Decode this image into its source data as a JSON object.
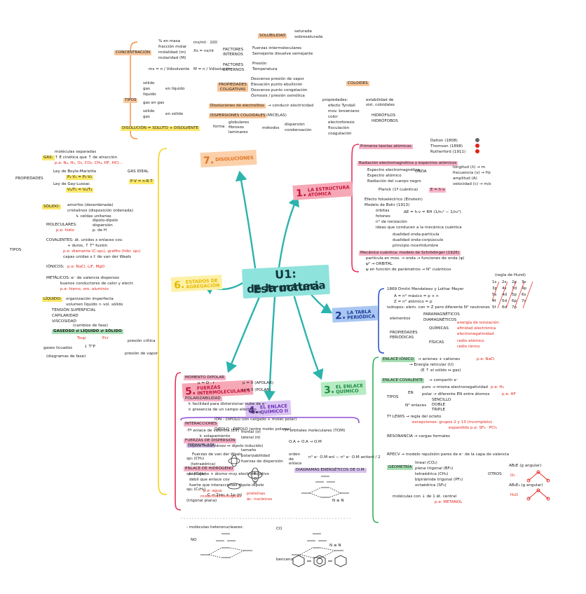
{
  "title": {
    "line1": "U1: Estructura",
    "line2": "de la materia"
  },
  "branches": {
    "b1": {
      "num": "1.",
      "label1": "LA ESTRUCTURA",
      "label2": "ATÓMICA",
      "color": "#e8315a"
    },
    "b2": {
      "num": "2.",
      "label1": "LA TABLA",
      "label2": "PERIÓDICA",
      "color": "#2a55c8"
    },
    "b3": {
      "num": "3.",
      "label1": "EL ENLACE",
      "label2": "QUÍMICO",
      "color": "#2fb15a"
    },
    "b4": {
      "num": "4.",
      "label1": "EL ENLACE",
      "label2": "QUÍMICO II",
      "color": "#8f4fd6"
    },
    "b5": {
      "num": "5.",
      "label1": "FUERZAS",
      "label2": "INTERMOLECULARES",
      "color": "#e8315a"
    },
    "b6": {
      "num": "6.",
      "label1": "ESTADOS DE",
      "label2": "AGREGACIÓN",
      "color": "#f4d21a"
    },
    "b7": {
      "num": "7.",
      "label1": "DISOLUCIONES",
      "label2": "",
      "color": "#f28c3c"
    }
  },
  "disoluciones": {
    "concentracion": "CONCENTRACIÓN",
    "c1": "% en masa",
    "c2": "fracción molar",
    "c3": "molalidad (m)",
    "c4": "molaridad (M)",
    "xs": "Xs = ns/nt",
    "pct": "ms/mt · 100",
    "ms": "ms = n / Vdisolvente",
    "M": "M = n / Vdisolución",
    "solubilidad": "SOLUBILIDAD",
    "sol1": "saturada",
    "sol2": "sobresaturada",
    "fact_int": "FACTORES INTERNOS",
    "fi1": "Fuerzas intermoleculares",
    "fi2": "Semejante disuelve semejante",
    "fact_ext": "FACTORES EXTERNOS",
    "fe1": "Presión",
    "fe2": "Temperatura",
    "tipos": "TIPOS",
    "t1": "sólido",
    "t2": "gas",
    "t3": "líquido",
    "t4": "en líquido",
    "t5": "gas en gas",
    "t6": "sólido",
    "t7": "gas",
    "t8": "en sólido",
    "prop_col": "PROPIEDADES COLIGATIVAS",
    "pc1": "Descenso presión de vapor",
    "pc2": "Elevación punto ebullición",
    "pc3": "Descenso punto congelación",
    "pc4": "Ósmosis / presión osmótica",
    "electrolitos": "Disoluciones de electrolitos",
    "electro_res": "→ conducir electricidad",
    "coloides": "COLOIDES",
    "disp_col": "DISPERSIONES COLOIDALES",
    "micelas": "(MICELAS)",
    "forma": "forma",
    "glob": "globulares",
    "fibrosos": "fibrosos",
    "laminares": "laminares",
    "metodos": "métodos",
    "dispersion": "dispersión",
    "condensacion": "condensación",
    "propiedades": "propiedades:",
    "p1": "efecto Tyndall",
    "p2": "mov. browniano",
    "p3": "color",
    "p4": "electroforesis",
    "p5": "floculación",
    "p6": "coagulación",
    "estab": "estabilidad de sist. coloidales",
    "hidrof": "HIDRÓFILOS",
    "hidrofob": "HIDRÓFOBOS",
    "disolucion": "DISOLUCIÓN = SOLUTO + DISOLVENTE"
  },
  "atomica": {
    "primeros": "Primeros teorías atómicas",
    "dalton": "Dalton (1808)",
    "thomson": "Thomson (1898)",
    "rutherford": "Rutherford (1911)",
    "radiacion": "Radiación electromagnética y espectros atómicos",
    "r1": "Espectro electromagnético",
    "onda": "ONDA",
    "r2": "Espectro atómico",
    "r3": "Radiación del cuerpo negro",
    "planck": "Planck (1ª cuántica)",
    "ehv": "E = h·v",
    "lon": "longitud (λ) → m",
    "frec": "frecuencia (ν) → Hz",
    "amp": "amplitud (A)",
    "vel": "velocidad (c) → m/s",
    "fotoelec": "Efecto fotoeléctrico (Einstein)",
    "bohr": "Modelo de Bohr (1913)",
    "b1": "órbitas",
    "b2": "fotones",
    "b3": "n° de ionización",
    "b4": "ideas que conducen a la mecánica cuántica",
    "de": "ΔE = h·v = RH (1/n₁² − 1/n₂²)",
    "dual1": "dualidad onda-partícula",
    "dual2": "dualidad onda-corpúsculo",
    "heis": "principio incertidumbre",
    "mecanica": "Mecánica cuántica: modelo de Schrödinger (1926)",
    "m1": "partícula en mov. → onda → funciones de onda (ψ)",
    "m2": "ψ² → ORBITAL",
    "m3": "ψ en función de parámetros → N° cuánticos"
  },
  "periodica": {
    "mendeleev": "1869 Dmitri Mendeleev y Lothar Meyer",
    "a1": "A = n° másico = p + n",
    "a2": "Z = n° atómico = p",
    "iso": "isótopos: elem. con = Z pero diferente N° neutrones",
    "elem": "elementos",
    "para": "PARAMAGNÉTICOS",
    "dia": "DIAMAGNÉTICOS",
    "regla": "(regla de Hund)",
    "prop": "PROPIEDADES PERIÓDICAS",
    "quim": "QUÍMICAS",
    "fis": "FÍSICAS",
    "q1": "energía de ionización",
    "q2": "afinidad electrónica",
    "q3": "electronegatividad",
    "f1": "radio atómico",
    "f2": "radio iónico",
    "orbitals": [
      "1s",
      "2s",
      "2p",
      "3s",
      "3p",
      "4s",
      "3d",
      "4p",
      "5s",
      "4d",
      "5p",
      "6s",
      "4f",
      "5d",
      "6p",
      "7s",
      "5f",
      "6d",
      "7p"
    ]
  },
  "enlace": {
    "ionico": "ENLACE IÓNICO",
    "ion1": "→ aniones + cationes",
    "ion1r": "p.e: NaCl",
    "ion2": "→ Energía reticular (U)",
    "ion3": "(E ↑ el sólido ↔ gas)",
    "covalente": "ENLACE COVALENTE",
    "cov1": "→ compartir e⁻",
    "puro": "puro → misma electronegatividad",
    "pu_r": "p.e: H₂",
    "polar": "polar → diferente EN entre átomos",
    "po_r": "p.e: HF",
    "tipos": "TIPOS",
    "en": "EN",
    "nenl": "N° enlaces",
    "sen": "SENCILLO",
    "dob": "DOBLE",
    "tri": "TRIPLE",
    "lewis": "Tª LEWIS → regla del octeto",
    "excep": "excepciones: grupos 2 y 13 (incompleto)",
    "expand": "expandido p.e: SF₆ · PCl₅",
    "reso": "RESONANCIA → cargas formales",
    "rpecv": "RPECV → modelo repulsión pares de e⁻ de la capa de valencia",
    "geo": "GEOMETRÍA",
    "g1": "lineal (CO₂)",
    "g2": "plana trigonal (BF₃)",
    "g3": "tetraédrica (CH₄)",
    "g4": "bipirámide trigonal (PF₅)",
    "g5": "octaédrica (SF₆)",
    "otros": "OTROS",
    "ab2": "AB₂E (g angular)",
    "ab2e2": "AB₂E₂ (g angular)",
    "mol": "moléculas con ↓ de 1 át. central",
    "metanol": "p.e: METANOL",
    "o3": "O₃",
    "h2o": "H₂O"
  },
  "enlace2": {
    "tev": "-Tª enlace de valencia (EV)",
    "sola": "↳ solapamiento",
    "front": "frontal (σ)",
    "lat": "lateral (π)",
    "hib": "HIBRIDACIÓN",
    "sp3": "sp₃ (CH₄)",
    "tetra": "(tetraédrica)",
    "sp2": "sp₂ (C₂H₄)",
    "sp2b": "sp₂ (C₂H₄)",
    "trig": "(trigonal plana)",
    "c3": "C → 3sp₂ + 1p (π)",
    "tom": "-Tª orbitales moleculares (TOM)",
    "lcao": "O.A + O.A → O.M",
    "orden": "orden de enlace",
    "ord_f": "n° e⁻ O.M enl − n° e⁻ O.M antienl / 2",
    "diag": "DIAGRAMAS ENERGÉTICOS DE O.M.",
    "n2": "N ≡ N",
    "hetero": "- moléculas heteronucleares:",
    "no": "NO",
    "co": "CO",
    "benceno": "benceno",
    "ncn": "N ≡ N"
  },
  "fuerzas": {
    "dipolar": "MOMENTO DIPOLAR",
    "mu": "μ = Q · r",
    "apolar": "μ = 0 (APOLAR)",
    "polar": "μ ≠ 0 (POLAR)",
    "polariz": "POLARIZABILIDAD",
    "pol1": "↳ facilidad para distorsionar nube de e⁻",
    "pol2": "× presencia de un campo eléctrico",
    "dipolo": "dipolo",
    "inter": "INTERACCIONES",
    "i1": "IÓN - DIPOLO (ión cargado + moléc polar)",
    "i2": "DIPOLO - DIPOLO (entre moléc polares)",
    "disp": "FUERZAS DE DISPERSIÓN",
    "d1": "(dipolo instantáneo ↔ dipolo inducido)",
    "vdw": "Fuerzas de van der Waals",
    "v1": "tamaño",
    "v2": "polarizabilidad",
    "v3": "fuerzas de dispersión",
    "hidro": "ENLACE DE HIDRÓGENO",
    "h1": "hidrógeno + átomo muy electronegativo",
    "h2": "débil que enlace cov",
    "h3": "fuerte que interacciones dipolo-dipolo",
    "agua": "p.e: agua",
    "biolog": "moléculas biológicas",
    "prot": "proteínas",
    "acnuc": "ác. nucleicos",
    "fon": "F O N"
  },
  "estados": {
    "gas": "GAS:",
    "gas1": "moléculas separadas",
    "gas2": "↑ E cinética que ↑ de atracción",
    "gas3": "p.e: N₂, H₂, O₂, CO₂, CH₄, HF, HCl...",
    "props": "PROPIEDADES",
    "boyle": "Ley de Boyle-Mariotte",
    "pv": "P₁·V₁ = P₂·V₂",
    "gay": "Ley de Gay-Lussac",
    "vt": "V₁/T₁ = V₂/T₂",
    "ideal": "GAS IDEAL",
    "pvnrt": "P·V = n·R·T",
    "solido": "SÓLIDO:",
    "s1": "amorfos (desordenada)",
    "s2": "cristalinos (disposición ordenada)",
    "s3": "↳ celdas unitarias",
    "tipos": "TIPOS",
    "mol": "MOLECULARES:",
    "m1": "dipolo-dipolo",
    "m2": "dispersión",
    "m3": "p. de H",
    "hielo": "p.e: hielo",
    "cov": "COVALENTES: át. unidos x enlaces cov.",
    "cov2": "+ duros, ↑ T° fusión",
    "cov3": "p.e: diamante (C-sp₃), grafito (hibr. sp₂)",
    "cov4": "capas unidas x f. de van der Waals",
    "ion": "IÓNICOS:",
    "ion_r": "p.e: NaCl, LiF, MgO",
    "met": "METÁLICOS: e⁻ de valencia dispersos",
    "met2": "buenos conductores de calor y electr.",
    "met3": "p.e: hierro, oro, aluminio",
    "liq": "LÍQUIDO:",
    "l1": "organización imperfecta",
    "l2": "volumen líquido > vol. sólido",
    "l3": "TENSIÓN SUPERFICIAL",
    "l4": "CAPILARIDAD",
    "l5": "VISCOSIDAD",
    "cambios": "(cambios de fase)",
    "fases": "GASEOSO ⇄ LÍQUIDO ⇄ SÓLIDO",
    "crit": "presión crítica",
    "vapor": "presión de vapor",
    "diag": "(diagramas de fase)",
    "gl": "gases licuados",
    "tsup": "Tsup",
    "pcr": "Pcr",
    "ltp": "↓ T°P"
  }
}
